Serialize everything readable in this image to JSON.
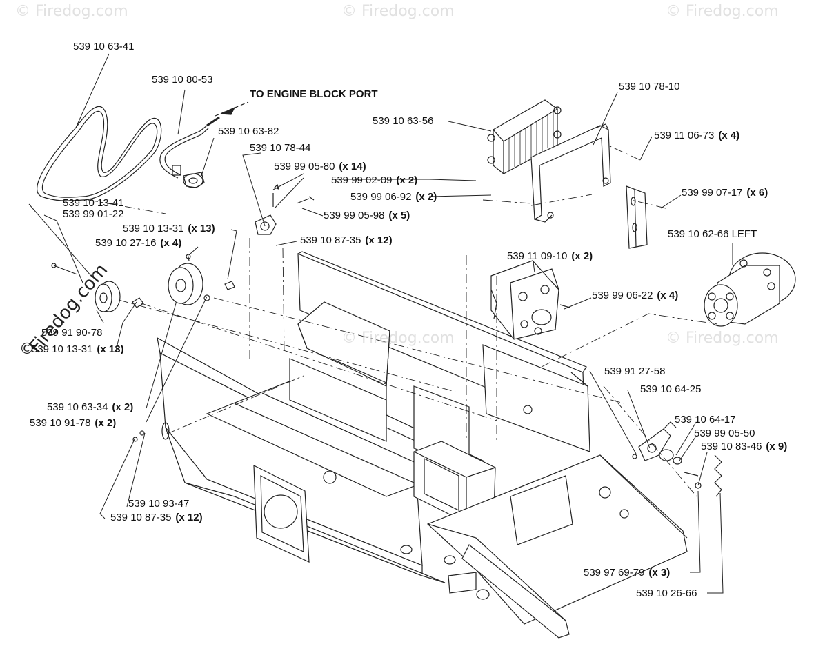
{
  "note": "TO ENGINE BLOCK PORT",
  "watermark": "© Firedog.com",
  "watermark_big": "Firedog.com",
  "copyright_symbol": "©",
  "parts": [
    {
      "num": "539 10 63-41",
      "qty": ""
    },
    {
      "num": "539 10 80-53",
      "qty": ""
    },
    {
      "num": "539 10 63-82",
      "qty": ""
    },
    {
      "num": "539 10 78-44",
      "qty": ""
    },
    {
      "num": "539 99 05-80",
      "qty": "(x 14)"
    },
    {
      "num": "539 99 02-09",
      "qty": "(x 2)"
    },
    {
      "num": "539 99 06-92",
      "qty": "(x 2)"
    },
    {
      "num": "539 99 05-98",
      "qty": "(x 5)"
    },
    {
      "num": "539 10 87-35",
      "qty": "(x 12)"
    },
    {
      "num": "539 10 63-56",
      "qty": ""
    },
    {
      "num": "539 10 78-10",
      "qty": ""
    },
    {
      "num": "539 11 06-73",
      "qty": "(x 4)"
    },
    {
      "num": "539 99 07-17",
      "qty": "(x 6)"
    },
    {
      "num": "539 10 62-66 LEFT",
      "qty": ""
    },
    {
      "num": "539 10 13-41",
      "qty": ""
    },
    {
      "num": "539 99 01-22",
      "qty": ""
    },
    {
      "num": "539 10 13-31",
      "qty": "(x 13)"
    },
    {
      "num": "539 10 27-16",
      "qty": "(x 4)"
    },
    {
      "num": "539 11 09-10",
      "qty": "(x 2)"
    },
    {
      "num": "539 99 06-22",
      "qty": "(x 4)"
    },
    {
      "num": "539 91 90-78",
      "qty": ""
    },
    {
      "num": "539 10 13-31",
      "qty": "(x 13)"
    },
    {
      "num": "539 91 27-58",
      "qty": ""
    },
    {
      "num": "539 10 64-25",
      "qty": ""
    },
    {
      "num": "539 10 63-34",
      "qty": "(x 2)"
    },
    {
      "num": "539 10 91-78",
      "qty": "(x 2)"
    },
    {
      "num": "539 10 64-17",
      "qty": ""
    },
    {
      "num": "539 99 05-50",
      "qty": ""
    },
    {
      "num": "539 10 83-46",
      "qty": "(x 9)"
    },
    {
      "num": "539 10 93-47",
      "qty": ""
    },
    {
      "num": "539 10 87-35",
      "qty": "(x 12)"
    },
    {
      "num": "539 97 69-79",
      "qty": "(x 3)"
    },
    {
      "num": "539 10 26-66",
      "qty": ""
    }
  ]
}
